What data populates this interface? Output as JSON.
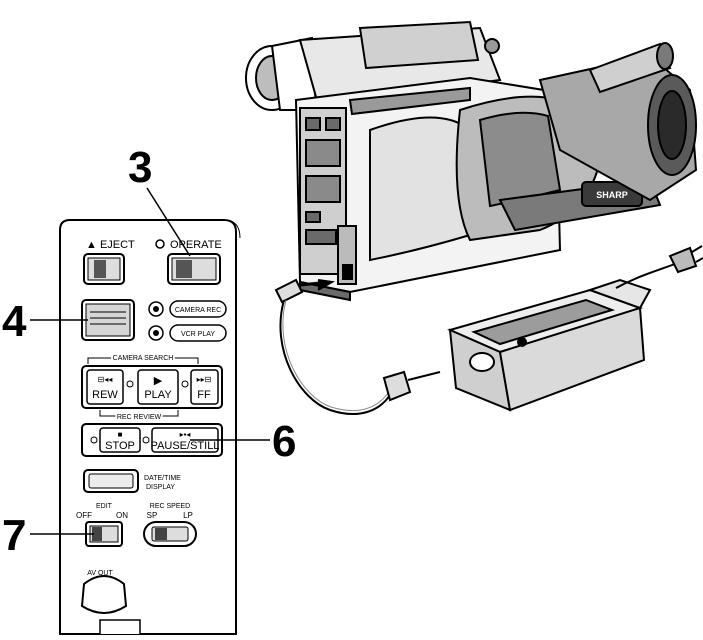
{
  "callouts": {
    "c3": "3",
    "c4": "4",
    "c6": "6",
    "c7": "7"
  },
  "panel": {
    "eject": "▲ EJECT",
    "operate": "OPERATE",
    "camera_rec": "CAMERA REC",
    "vcr_play": "VCR PLAY",
    "camera_search": "CAMERA SEARCH",
    "rew": "REW",
    "rew_icon": "⊟◂◂",
    "play_icon": "▶",
    "play": "PLAY",
    "ff_icon": "▸▸⊟",
    "ff": "FF",
    "rec_review": "REC REVIEW",
    "stop_icon": "■",
    "stop": "STOP",
    "pause_icon": "▸▪◂",
    "pause_still": "PAUSE/STILL",
    "date_time_1": "DATE/TIME",
    "date_time_2": "DISPLAY",
    "edit": "EDIT",
    "off": "OFF",
    "on": "ON",
    "rec_speed": "REC SPEED",
    "sp": "SP",
    "lp": "LP",
    "av_out": "AV OUT"
  },
  "camcorder": {
    "brand": "SHARP"
  }
}
